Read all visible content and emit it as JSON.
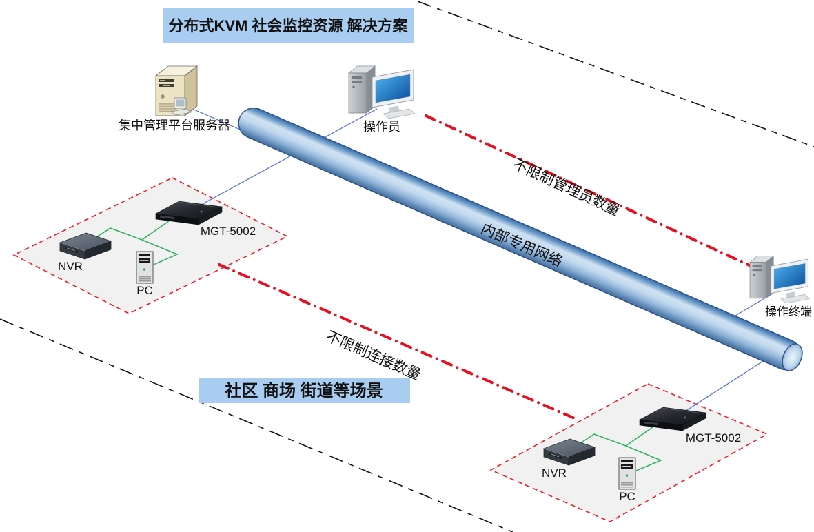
{
  "title_banner": {
    "text": "分布式KVM 社会监控资源 解决方案"
  },
  "scene_banner": {
    "text": "社区 商场 街道等场景"
  },
  "pipe": {
    "label": "内部专用网络"
  },
  "flow_labels": {
    "admins": "不限制管理员数量",
    "connections": "不限制连接数量"
  },
  "devices": {
    "server": {
      "label": "集中管理平台服务器"
    },
    "operator": {
      "label": "操作员"
    },
    "terminal": {
      "label": "操作终端"
    },
    "site_left": {
      "nvr": "NVR",
      "pc": "PC",
      "kvm_switch": "MGT-5002"
    },
    "site_right": {
      "nvr": "NVR",
      "pc": "PC",
      "kvm_switch": "MGT-5002"
    }
  },
  "colors": {
    "banner_bg": "#a9cdf0",
    "red_line": "#e8101f",
    "box_border": "#ed1c24",
    "green_link": "#2eaf5f",
    "blue_link": "#4f6fd8",
    "pipe_outline": "#2b4e87"
  }
}
